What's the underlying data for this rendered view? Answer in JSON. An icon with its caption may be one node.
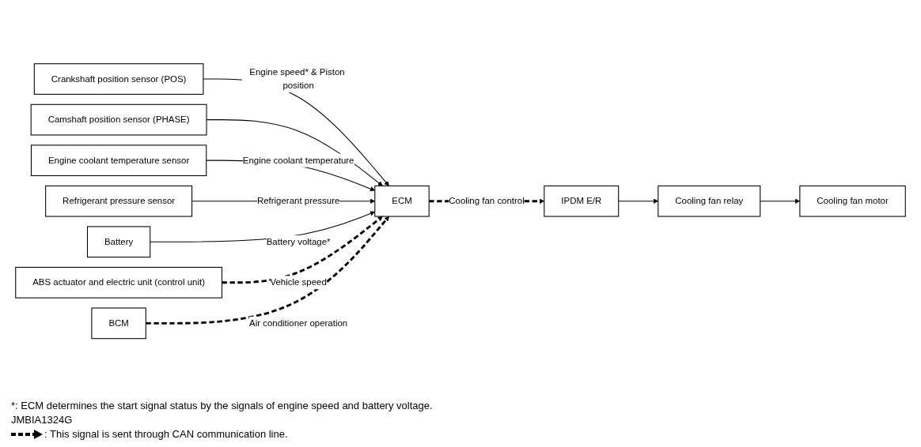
{
  "diagram": {
    "nodes": [
      {
        "text": [
          "Crankshaft position sensor (POS)"
        ]
      },
      {
        "text": [
          "Camshaft position sensor (PHASE)"
        ]
      },
      {
        "text": [
          "Engine coolant temperature sensor"
        ]
      },
      {
        "text": [
          "Refrigerant pressure sensor"
        ]
      },
      {
        "text": [
          "Battery"
        ]
      },
      {
        "text": [
          "ABS actuator and electric unit (control unit)"
        ]
      },
      {
        "text": [
          "BCM"
        ]
      },
      {
        "text": [
          "ECM"
        ]
      },
      {
        "text": [
          "IPDM E/R"
        ]
      },
      {
        "text": [
          "Cooling fan relay"
        ]
      },
      {
        "text": [
          "Cooling fan motor"
        ]
      }
    ],
    "edges": [
      {
        "from": 0,
        "to": 7,
        "arrow": "to",
        "label": "Engine speed* & Piston position"
      },
      {
        "from": 1,
        "to": 7,
        "arrow": "to"
      },
      {
        "from": 2,
        "to": 7,
        "arrow": "to",
        "label": "Engine coolant temperature"
      },
      {
        "from": 3,
        "to": 7,
        "arrow": "to",
        "label": "Refrigerant pressure"
      },
      {
        "from": 4,
        "to": 7,
        "arrow": "to",
        "label": "Battery voltage*"
      },
      {
        "from": 5,
        "to": 7,
        "arrow": "to",
        "label": "Vehicle speed",
        "style": "dashed"
      },
      {
        "from": 6,
        "to": 7,
        "arrow": "to",
        "label": "Air conditioner operation",
        "style": "dashed"
      },
      {
        "from": 7,
        "to": 8,
        "arrow": "to",
        "label": "Cooling fan control",
        "style": "dashed"
      },
      {
        "from": 8,
        "to": 9,
        "arrow": "to"
      },
      {
        "from": 9,
        "to": 10,
        "arrow": "to"
      }
    ],
    "labels": [
      "*: ECM determines the start signal status by the signals of engine speed and battery voltage.",
      "JMBIA1324G"
    ],
    "legend": [
      {
        "text": ": This signal is sent through CAN communication line."
      }
    ]
  }
}
